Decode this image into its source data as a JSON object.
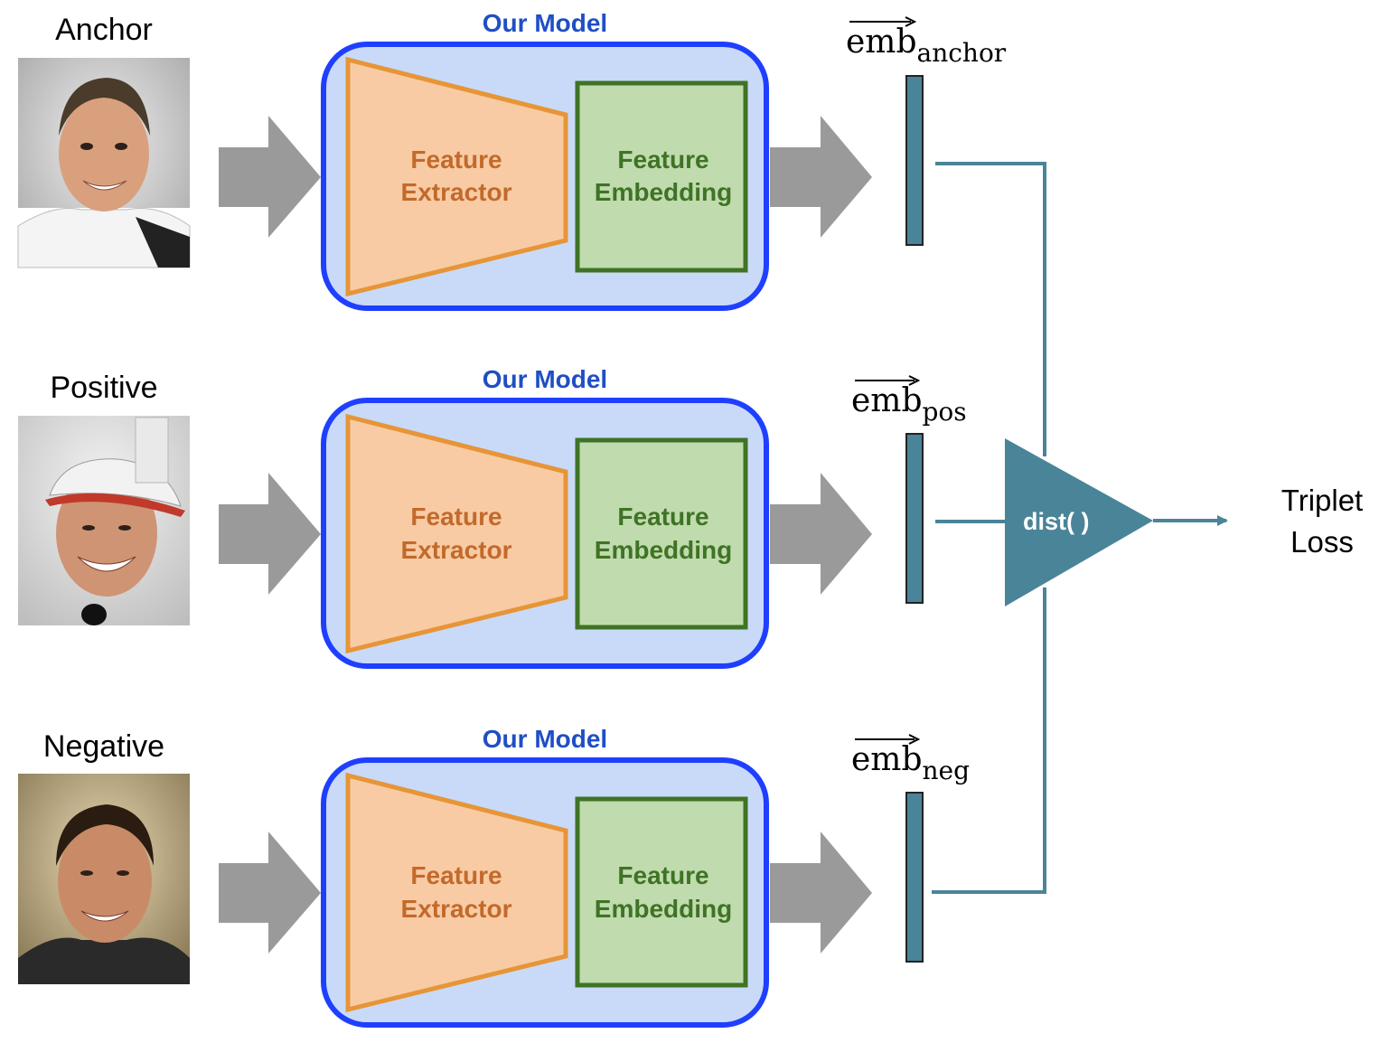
{
  "rows": [
    {
      "role_label": "Anchor",
      "model_title": "Our Model",
      "extractor_line1": "Feature",
      "extractor_line2": "Extractor",
      "embedding_line1": "Feature",
      "embedding_line2": "Embedding",
      "emb_base": "emb",
      "emb_sub": "anchor"
    },
    {
      "role_label": "Positive",
      "model_title": "Our Model",
      "extractor_line1": "Feature",
      "extractor_line2": "Extractor",
      "embedding_line1": "Feature",
      "embedding_line2": "Embedding",
      "emb_base": "emb",
      "emb_sub": "pos"
    },
    {
      "role_label": "Negative",
      "model_title": "Our Model",
      "extractor_line1": "Feature",
      "extractor_line2": "Extractor",
      "embedding_line1": "Feature",
      "embedding_line2": "Embedding",
      "emb_base": "emb",
      "emb_sub": "neg"
    }
  ],
  "dist_label": "dist( )",
  "output_line1": "Triplet",
  "output_line2": "Loss",
  "colors": {
    "model_border": "#1f3fff",
    "model_fill": "#c9daf8",
    "model_title": "#1f4fc4",
    "extractor_fill": "#f8cba4",
    "extractor_border": "#e69537",
    "extractor_text": "#c26a2b",
    "embedding_fill": "#c0dbae",
    "embedding_border": "#3f7325",
    "embedding_text": "#3f7325",
    "arrow_gray": "#9a9a9a",
    "emb_bar": "#4a8499",
    "connector": "#4a8499"
  },
  "photos": [
    {
      "icon": "photo-anchor-face"
    },
    {
      "icon": "photo-positive-face-cap"
    },
    {
      "icon": "photo-negative-face"
    }
  ]
}
